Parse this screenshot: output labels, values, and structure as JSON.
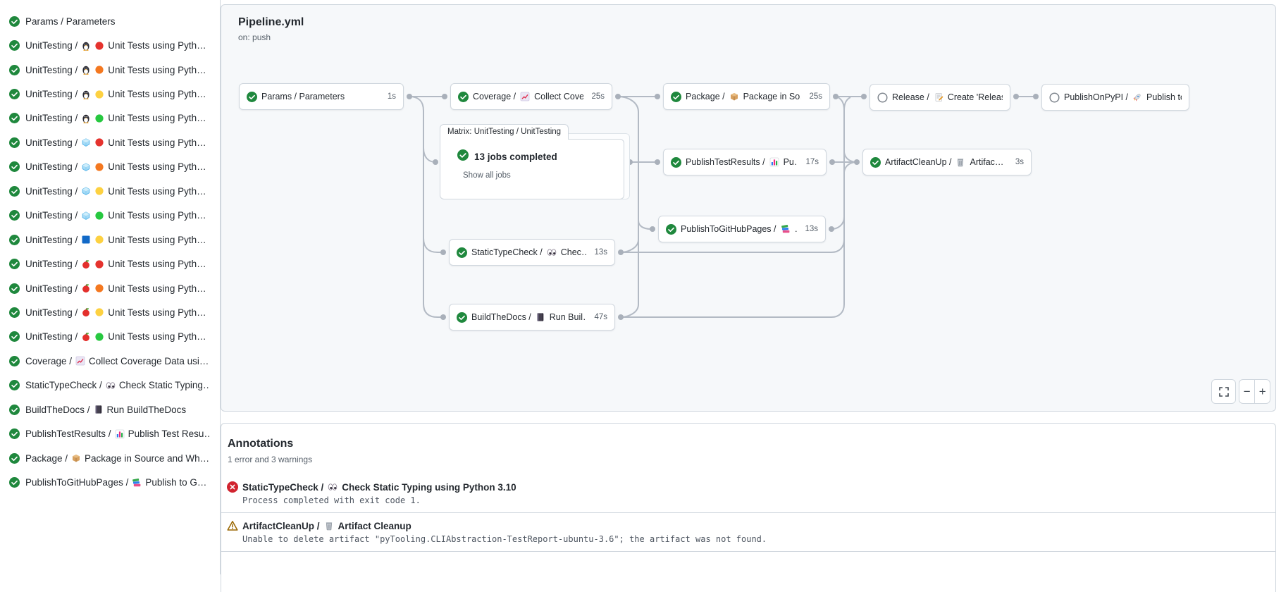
{
  "colors": {
    "success": "#1f883d",
    "skipped_outline": "#80878f",
    "error": "#d1242f",
    "warning": "#9a6700",
    "border": "#d0d7de",
    "graph_bg": "#f6f8fa",
    "edge": "#b3bac4",
    "text": "#24292f",
    "muted": "#57606a"
  },
  "header": {
    "title": "Pipeline.yml",
    "trigger": "on: push"
  },
  "sidebar": {
    "items": [
      {
        "status": "success",
        "prefix": "Params / Parameters",
        "icons": [],
        "suffix": ""
      },
      {
        "status": "success",
        "prefix": "UnitTesting /",
        "icons": [
          "linux-penguin-icon",
          "circle-red-icon"
        ],
        "suffix": "Unit Tests using Pyth…"
      },
      {
        "status": "success",
        "prefix": "UnitTesting /",
        "icons": [
          "linux-penguin-icon",
          "circle-orange-icon"
        ],
        "suffix": "Unit Tests using Pyth…"
      },
      {
        "status": "success",
        "prefix": "UnitTesting /",
        "icons": [
          "linux-penguin-icon",
          "circle-yellow-icon"
        ],
        "suffix": "Unit Tests using Pyth…"
      },
      {
        "status": "success",
        "prefix": "UnitTesting /",
        "icons": [
          "linux-penguin-icon",
          "circle-green-icon"
        ],
        "suffix": "Unit Tests using Pyth…"
      },
      {
        "status": "success",
        "prefix": "UnitTesting /",
        "icons": [
          "ice-cube-icon",
          "circle-red-icon"
        ],
        "suffix": "Unit Tests using Pyth…"
      },
      {
        "status": "success",
        "prefix": "UnitTesting /",
        "icons": [
          "ice-cube-icon",
          "circle-orange-icon"
        ],
        "suffix": "Unit Tests using Pyth…"
      },
      {
        "status": "success",
        "prefix": "UnitTesting /",
        "icons": [
          "ice-cube-icon",
          "circle-yellow-icon"
        ],
        "suffix": "Unit Tests using Pyth…"
      },
      {
        "status": "success",
        "prefix": "UnitTesting /",
        "icons": [
          "ice-cube-icon",
          "circle-green-icon"
        ],
        "suffix": "Unit Tests using Pyth…"
      },
      {
        "status": "success",
        "prefix": "UnitTesting /",
        "icons": [
          "blue-square-icon",
          "circle-yellow-icon"
        ],
        "suffix": "Unit Tests using Pyth…"
      },
      {
        "status": "success",
        "prefix": "UnitTesting /",
        "icons": [
          "apple-icon",
          "circle-red-icon"
        ],
        "suffix": "Unit Tests using Pyth…"
      },
      {
        "status": "success",
        "prefix": "UnitTesting /",
        "icons": [
          "apple-icon",
          "circle-orange-icon"
        ],
        "suffix": "Unit Tests using Pyth…"
      },
      {
        "status": "success",
        "prefix": "UnitTesting /",
        "icons": [
          "apple-icon",
          "circle-yellow-icon"
        ],
        "suffix": "Unit Tests using Pyth…"
      },
      {
        "status": "success",
        "prefix": "UnitTesting /",
        "icons": [
          "apple-icon",
          "circle-green-icon"
        ],
        "suffix": "Unit Tests using Pyth…"
      },
      {
        "status": "success",
        "prefix": "Coverage /",
        "icons": [
          "chart-increasing-icon"
        ],
        "suffix": "Collect Coverage Data usi…"
      },
      {
        "status": "success",
        "prefix": "StaticTypeCheck /",
        "icons": [
          "eyes-icon"
        ],
        "suffix": "Check Static Typing…"
      },
      {
        "status": "success",
        "prefix": "BuildTheDocs /",
        "icons": [
          "notebook-icon"
        ],
        "suffix": "Run BuildTheDocs"
      },
      {
        "status": "success",
        "prefix": "PublishTestResults /",
        "icons": [
          "bar-chart-icon"
        ],
        "suffix": "Publish Test Resu…"
      },
      {
        "status": "success",
        "prefix": "Package /",
        "icons": [
          "package-icon"
        ],
        "suffix": "Package in Source and Wh…"
      },
      {
        "status": "success",
        "prefix": "PublishToGitHubPages /",
        "icons": [
          "books-icon"
        ],
        "suffix": "Publish to G…"
      }
    ]
  },
  "pipeline": {
    "matrix": {
      "tab_label": "Matrix: UnitTesting / UnitTesting",
      "status": "success",
      "summary": "13 jobs completed",
      "link_label": "Show all jobs"
    },
    "nodes": [
      {
        "id": "params",
        "status": "success",
        "prefix": "Params / Parameters",
        "icon": null,
        "suffix": "",
        "duration": "1s"
      },
      {
        "id": "coverage",
        "status": "success",
        "prefix": "Coverage /",
        "icon": "chart-increasing-icon",
        "suffix": "Collect Cove…",
        "duration": "25s"
      },
      {
        "id": "package",
        "status": "success",
        "prefix": "Package /",
        "icon": "package-icon",
        "suffix": "Package in So…",
        "duration": "25s"
      },
      {
        "id": "release",
        "status": "skipped",
        "prefix": "Release /",
        "icon": "memo-icon",
        "suffix": "Create 'Release P…",
        "duration": ""
      },
      {
        "id": "publish_pypi",
        "status": "skipped",
        "prefix": "PublishOnPyPI /",
        "icon": "rocket-icon",
        "suffix": "Publish to …",
        "duration": ""
      },
      {
        "id": "publish_test_results",
        "status": "success",
        "prefix": "PublishTestResults /",
        "icon": "bar-chart-icon",
        "suffix": "Pu…",
        "duration": "17s"
      },
      {
        "id": "artifact_cleanup",
        "status": "success",
        "prefix": "ArtifactCleanUp /",
        "icon": "wastebasket-icon",
        "suffix": "Artifac…",
        "duration": "3s"
      },
      {
        "id": "publish_pages",
        "status": "success",
        "prefix": "PublishToGitHubPages /",
        "icon": "books-icon",
        "suffix": "…",
        "duration": "13s"
      },
      {
        "id": "static_type_check",
        "status": "success",
        "prefix": "StaticTypeCheck /",
        "icon": "eyes-icon",
        "suffix": "Chec…",
        "duration": "13s"
      },
      {
        "id": "build_docs",
        "status": "success",
        "prefix": "BuildTheDocs /",
        "icon": "notebook-icon",
        "suffix": "Run Buil…",
        "duration": "47s"
      }
    ]
  },
  "controls": {
    "zoom_out_label": "−",
    "zoom_in_label": "+"
  },
  "annotations": {
    "title": "Annotations",
    "summary": "1 error and 3 warnings",
    "items": [
      {
        "severity": "error",
        "prefix": "StaticTypeCheck /",
        "icon": "eyes-icon",
        "title": "Check Static Typing using Python 3.10",
        "detail": "Process completed with exit code 1."
      },
      {
        "severity": "warning",
        "prefix": "ArtifactCleanUp /",
        "icon": "wastebasket-icon",
        "title": "Artifact Cleanup",
        "detail": "Unable to delete artifact \"pyTooling.CLIAbstraction-TestReport-ubuntu-3.6\"; the artifact was not found."
      }
    ]
  }
}
